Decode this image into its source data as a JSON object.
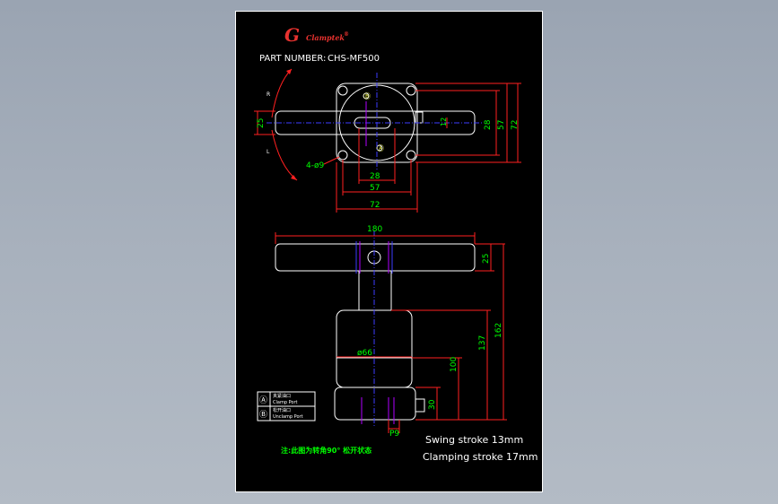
{
  "logo": {
    "letter": "G",
    "brand": "Clamptek",
    "mark": "®"
  },
  "header": {
    "part_label": "PART NUMBER:",
    "part_number": "CHS-MF500"
  },
  "top_view": {
    "rotation_right": "R",
    "rotation_left": "L",
    "holes_label": "4-ø9",
    "dim_bar_height": "25",
    "dim_slot_width": "12",
    "dim_hole_spacing_v": "28",
    "dim_body_v": "57",
    "dim_flange_v": "72",
    "dim_hole_spacing_h": "28",
    "dim_body_h": "57",
    "dim_flange_h": "72",
    "marker_top": "Ⓑ",
    "marker_bottom": "Ⓐ"
  },
  "front_view": {
    "dim_arm_length": "180",
    "dim_arm_height": "25",
    "dim_body_dia": "ø66",
    "dim_base_height": "30",
    "dim_to_body": "100",
    "dim_to_arm": "137",
    "dim_total": "162",
    "dim_port": "P9"
  },
  "legend": [
    {
      "symbol": "Ⓐ",
      "label_cn": "夹紧油口",
      "label_en": "Clamp Port"
    },
    {
      "symbol": "Ⓑ",
      "label_cn": "松开油口",
      "label_en": "Unclamp Port"
    }
  ],
  "note": "注:此图为转角90° 松开状态",
  "specs": {
    "swing": "Swing stroke 13mm",
    "clamping": "Clamping stroke 17mm"
  },
  "colors": {
    "outline": "#ffffff",
    "dimension": "#ff2020",
    "dim_text": "#00ff00",
    "centerline": "#3c3cff",
    "brand": "#e8322f"
  }
}
